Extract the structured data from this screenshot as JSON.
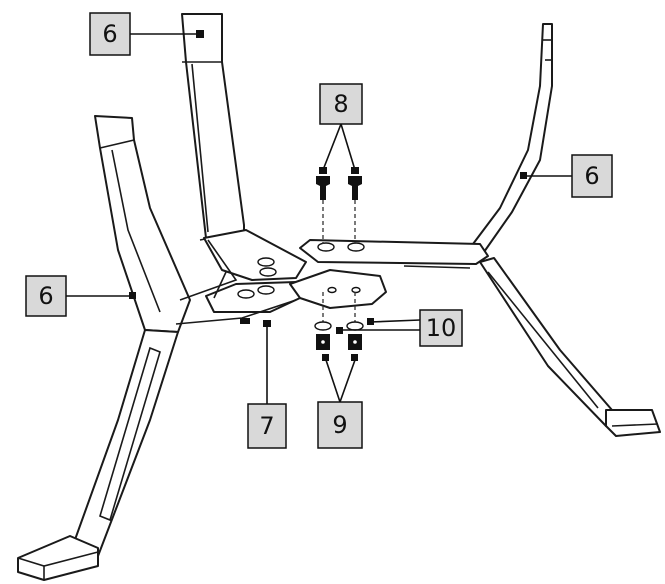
{
  "callouts": [
    {
      "id": "leg-top",
      "label": "6"
    },
    {
      "id": "leg-left",
      "label": "6"
    },
    {
      "id": "leg-right",
      "label": "6"
    },
    {
      "id": "center-bracket",
      "label": "7"
    },
    {
      "id": "screws-top",
      "label": "8"
    },
    {
      "id": "nuts-bottom",
      "label": "9"
    },
    {
      "id": "washers",
      "label": "10"
    }
  ]
}
